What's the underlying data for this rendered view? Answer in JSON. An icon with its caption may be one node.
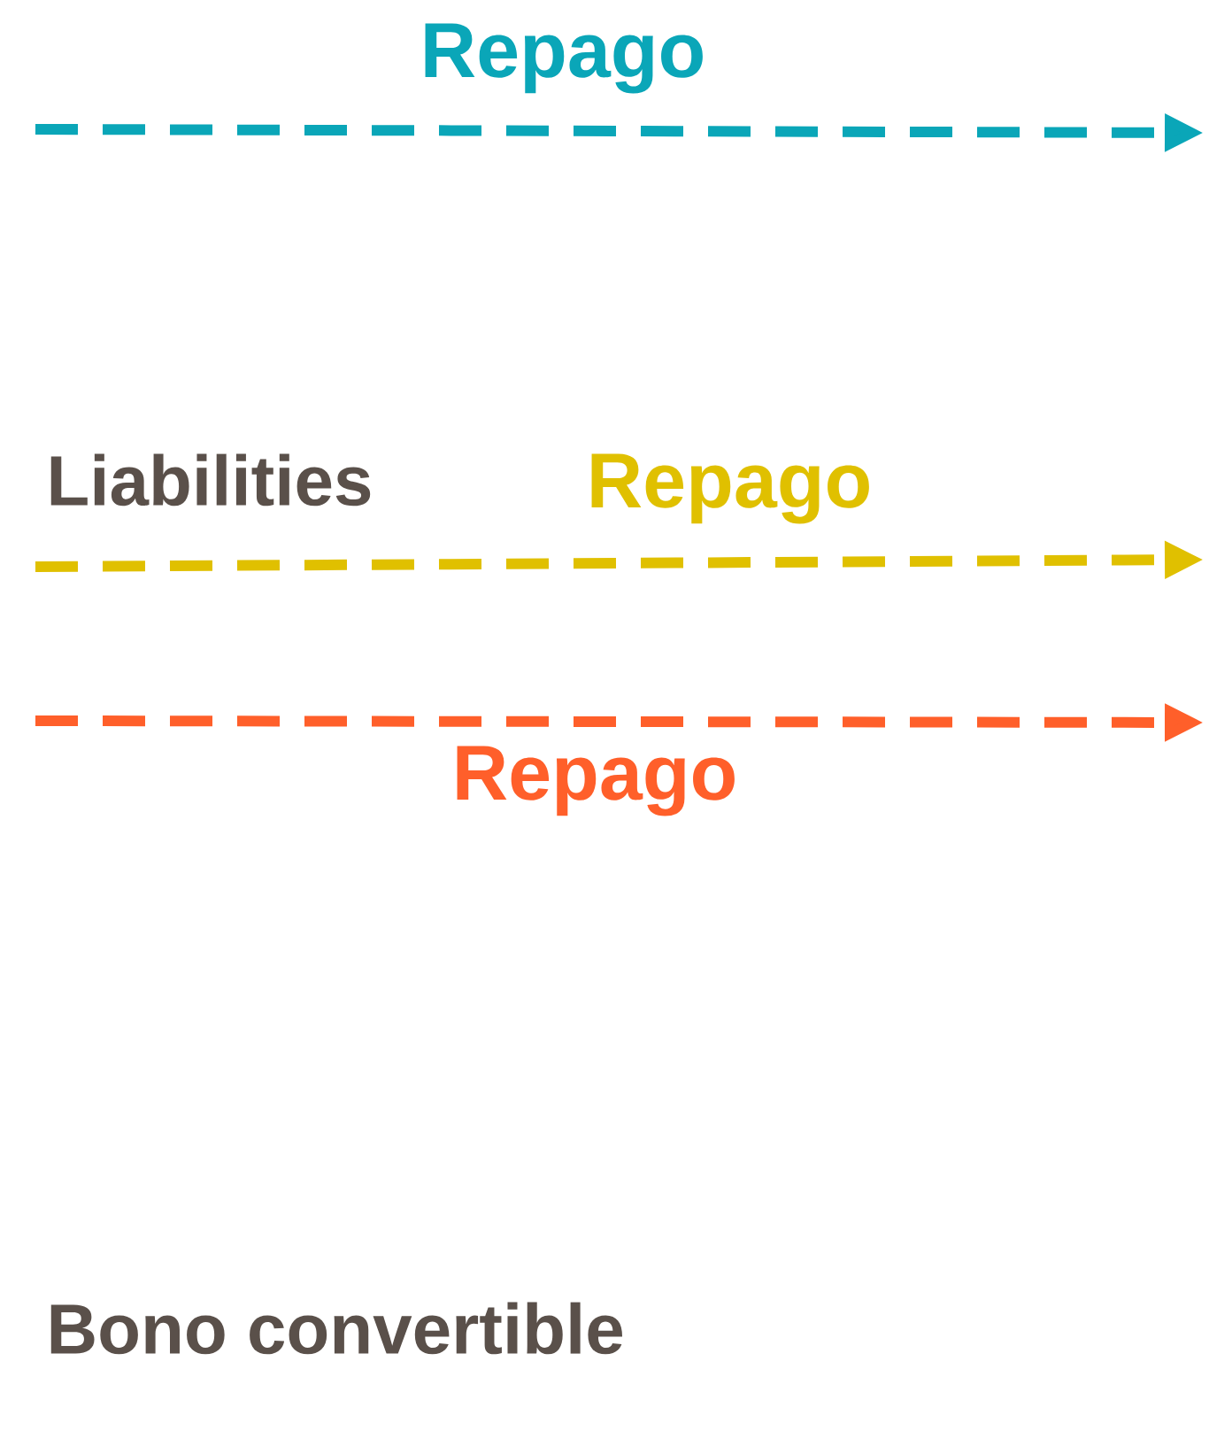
{
  "diagram": {
    "labels": [
      "Repago",
      "Liabilities",
      "Repago",
      "Repago",
      "Bono convertible"
    ]
  }
}
